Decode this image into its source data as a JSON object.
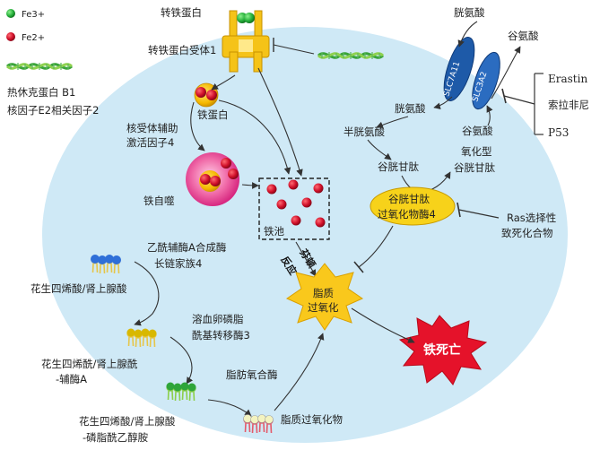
{
  "legend": {
    "fe3": "Fe3+",
    "fe2": "Fe2+",
    "hsp_line1": "热休克蛋白 B1",
    "hsp_line2": "核因子E2相关因子2"
  },
  "labels": {
    "transferrin": "转铁蛋白",
    "transferrin_receptor": "转铁蛋白受体1",
    "ferritin": "铁蛋白",
    "ncoa4_line1": "核受体辅助",
    "ncoa4_line2": "激活因子4",
    "ferritinophagy": "铁自噬",
    "iron_pool": "铁池",
    "fenton_line1": "芬顿",
    "fenton_line2": "反应",
    "lipid_perox_line1": "脂质",
    "lipid_perox_line2": "过氧化",
    "ferroptosis": "铁死亡",
    "cystine_top": "胱氨酸",
    "glutamate_top": "谷氨酸",
    "slc7a11": "SLC7A11",
    "slc3a2": "SLC3A2",
    "erastin": "Erastin",
    "sorafenib": "索拉非尼",
    "p53": "P53",
    "cystine_in": "胱氨酸",
    "glutamate_in": "谷氨酸",
    "cysteine": "半胱氨酸",
    "gsh": "谷胱甘肽",
    "gssg_line1": "氧化型",
    "gssg_line2": "谷胱甘肽",
    "gpx4_line1": "谷胱甘肽",
    "gpx4_line2": "过氧化物酶4",
    "rsl_line1": "Ras选择性",
    "rsl_line2": "致死化合物",
    "acsl4_line1": "乙酰辅酶A合成酶",
    "acsl4_line2": "长链家族4",
    "aa": "花生四烯酸/肾上腺酸",
    "aa_coa_line1": "花生四烯酰/肾上腺酰",
    "aa_coa_line2": "-辅酶A",
    "lpcat3_line1": "溶血卵磷脂",
    "lpcat3_line2": "酰基转移酶3",
    "lox": "脂肪氧合酶",
    "pe_line1": "花生四烯酸/肾上腺酸",
    "pe_line2": "-磷脂酰乙醇胺",
    "lipid_peroxide": "脂质过氧化物"
  },
  "colors": {
    "cell": "#cfe9f6",
    "fe3": "#27b03c",
    "fe2": "#d0102a",
    "receptor": "#f5c318",
    "gpx4": "#f7d21a",
    "star_yellow": "#f9c81c",
    "star_red": "#e5122a"
  }
}
